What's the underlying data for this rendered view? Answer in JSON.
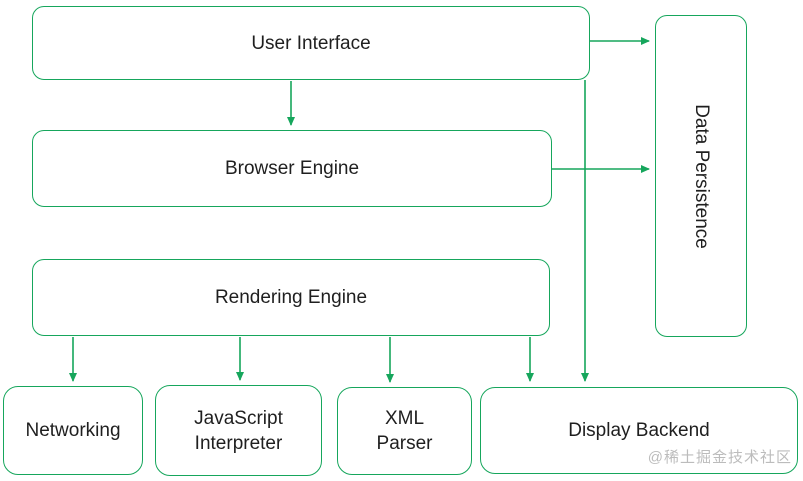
{
  "diagram": {
    "nodes": {
      "user_interface": {
        "label": "User Interface"
      },
      "browser_engine": {
        "label": "Browser Engine"
      },
      "rendering_engine": {
        "label": "Rendering Engine"
      },
      "networking": {
        "label": "Networking"
      },
      "javascript_interpreter": {
        "label": "JavaScript Interpreter"
      },
      "xml_parser": {
        "label": "XML Parser"
      },
      "display_backend": {
        "label": "Display Backend"
      },
      "data_persistence": {
        "label": "Data Persistence"
      }
    },
    "edges": [
      {
        "from": "user_interface",
        "to": "browser_engine"
      },
      {
        "from": "user_interface",
        "to": "data_persistence"
      },
      {
        "from": "user_interface",
        "to": "display_backend"
      },
      {
        "from": "browser_engine",
        "to": "data_persistence"
      },
      {
        "from": "rendering_engine",
        "to": "networking"
      },
      {
        "from": "rendering_engine",
        "to": "javascript_interpreter"
      },
      {
        "from": "rendering_engine",
        "to": "xml_parser"
      },
      {
        "from": "rendering_engine",
        "to": "display_backend"
      }
    ]
  },
  "watermark": {
    "text": "@稀土掘金技术社区"
  },
  "colors": {
    "line": "#16a65c",
    "text": "#1f1f1f",
    "watermark": "#bcbcbc",
    "background": "#ffffff"
  }
}
